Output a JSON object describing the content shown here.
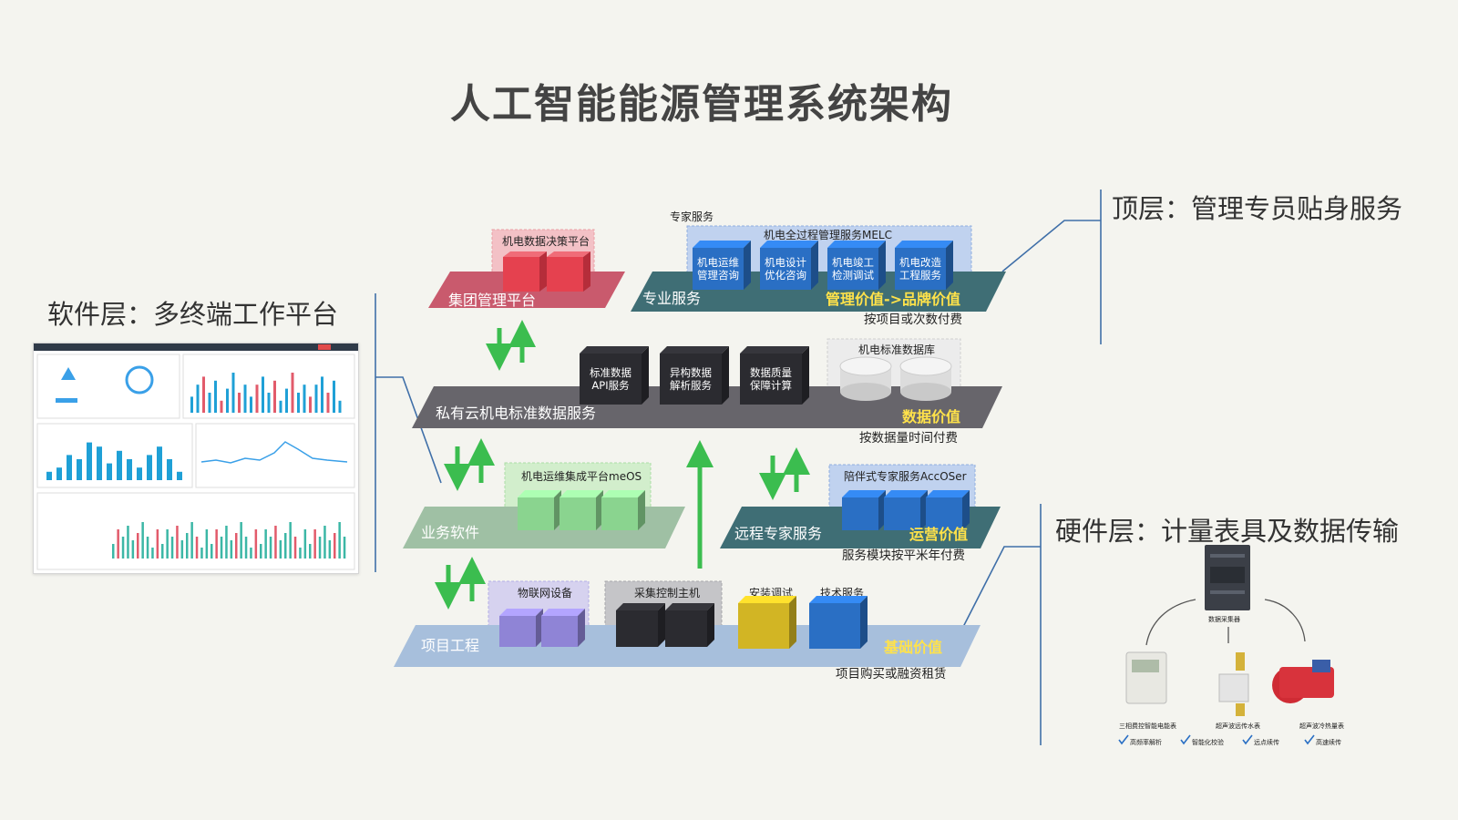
{
  "title": "人工智能能源管理系统架构",
  "side_headings": {
    "top": "顶层：管理专员贴身服务",
    "software": "软件层：多终端工作平台",
    "hardware": "硬件层：计量表具及数据传输"
  },
  "top_layer": {
    "expert_label": "专家服务",
    "group_platform": {
      "label": "集团管理平台",
      "box_title": "机电数据决策平台"
    },
    "professional": {
      "label": "专业服务",
      "box_title": "机电全过程管理服务MELC",
      "cubes": [
        "机电运维\n管理咨询",
        "机电设计\n优化咨询",
        "机电竣工\n检测调试",
        "机电改造\n工程服务"
      ],
      "value": "管理价值->品牌价值",
      "pricing": "按项目或次数付费"
    }
  },
  "cloud_layer": {
    "label": "私有云机电标准数据服务",
    "cubes": [
      "标准数据\nAPI服务",
      "异构数据\n解析服务",
      "数据质量\n保障计算"
    ],
    "db_title": "机电标准数据库",
    "value": "数据价值",
    "pricing": "按数据量时间付费"
  },
  "business_layer": {
    "label": "业务软件",
    "box_title": "机电运维集成平台meOS"
  },
  "remote_layer": {
    "label": "远程专家服务",
    "box_title": "陪伴式专家服务AccOSer",
    "value": "运营价值",
    "pricing": "服务模块按平米年付费"
  },
  "project_layer": {
    "label": "项目工程",
    "groups": [
      "物联网设备",
      "采集控制主机",
      "安装调试",
      "技术服务"
    ],
    "value": "基础价值",
    "pricing": "项目购买或融资租赁"
  },
  "hardware": {
    "collector": "数据采集器",
    "devices": [
      "三相费控智能电能表",
      "超声波远传水表",
      "超声波冷热量表"
    ],
    "features": [
      "高频率解析",
      "智能化校验",
      "远点续传",
      "高速续传"
    ]
  },
  "colors": {
    "red": "#e5414f",
    "blue": "#2a6fc4",
    "black": "#2b2b30",
    "green": "#8ad48f",
    "purple": "#8f84d6",
    "yellow": "#d2b524",
    "arrow_green": "#3bbd4f"
  }
}
